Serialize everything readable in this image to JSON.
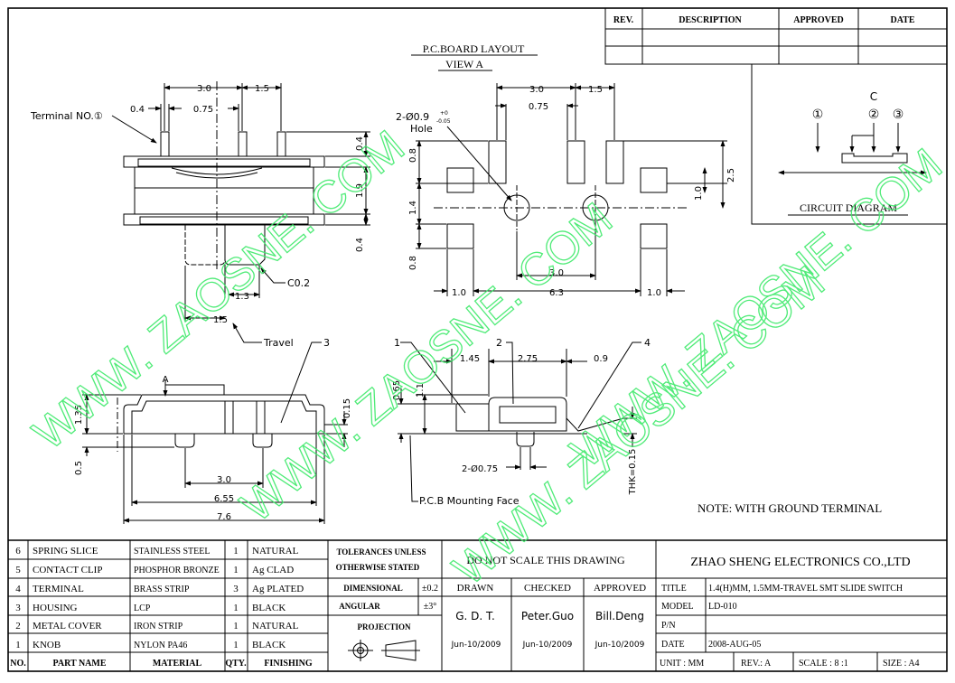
{
  "revision_table": {
    "headers": [
      "REV.",
      "DESCRIPTION",
      "APPROVED",
      "DATE"
    ]
  },
  "pcb_layout": {
    "title": "P.C.BOARD LAYOUT",
    "subtitle": "VIEW A",
    "dims": [
      "3.0",
      "1.5",
      "0.75",
      "2.5",
      "1.0",
      "0.8",
      "1.4",
      "0.8",
      "3.0",
      "1.0",
      "6.3",
      "1.0"
    ],
    "hole_label": "2-Ø0.9",
    "hole_tol_plus": "+0",
    "hole_tol_minus": "-0.05",
    "hole_word": "Hole"
  },
  "circuit": {
    "title": "CIRCUIT DIAGRAM",
    "c_label": "C",
    "terminals": [
      "①",
      "②",
      "③"
    ]
  },
  "top_view": {
    "terminal_label": "Terminal NO.①",
    "dims": [
      "3.0",
      "1.5",
      "0.4",
      "0.75",
      "0.4",
      "1.9",
      "0.4",
      "1.3",
      "1.5",
      "C0.2"
    ],
    "travel_label": "Travel"
  },
  "front_view": {
    "label_a": "A",
    "part_no": "3",
    "dims": [
      "1.35",
      "0.15",
      "0.5",
      "3.0",
      "6.55",
      "7.6"
    ]
  },
  "side_view": {
    "part_nos": [
      "1",
      "2",
      "4"
    ],
    "dims": [
      "1.45",
      "2.75",
      "0.9",
      "0.65",
      "1.1",
      "2-Ø0.75",
      "THK=0.15"
    ],
    "mount_label": "P.C.B Mounting Face"
  },
  "note": "NOTE: WITH GROUND TERMINAL",
  "watermark": "WWW. ZAOSNE. COM",
  "parts": [
    {
      "no": "6",
      "name": "SPRING SLICE",
      "material": "STAINLESS STEEL",
      "qty": "1",
      "finishing": "NATURAL"
    },
    {
      "no": "5",
      "name": "CONTACT CLIP",
      "material": "PHOSPHOR BRONZE",
      "qty": "1",
      "finishing": "Ag CLAD"
    },
    {
      "no": "4",
      "name": "TERMINAL",
      "material": "BRASS STRIP",
      "qty": "3",
      "finishing": "Ag PLATED"
    },
    {
      "no": "3",
      "name": "HOUSING",
      "material": "LCP",
      "qty": "1",
      "finishing": "BLACK"
    },
    {
      "no": "2",
      "name": "METAL COVER",
      "material": "IRON STRIP",
      "qty": "1",
      "finishing": "NATURAL"
    },
    {
      "no": "1",
      "name": "KNOB",
      "material": "NYLON PA46",
      "qty": "1",
      "finishing": "BLACK"
    }
  ],
  "parts_header": {
    "no": "NO.",
    "name": "PART NAME",
    "material": "MATERIAL",
    "qty": "QTY.",
    "finishing": "FINISHING"
  },
  "tolerances": {
    "title_line1": "TOLERANCES UNLESS",
    "title_line2": "OTHERWISE STATED",
    "dimensional_label": "DIMENSIONAL",
    "dimensional_value": "±0.2",
    "angular_label": "ANGULAR",
    "angular_value": "±3°",
    "projection_label": "PROJECTION"
  },
  "approval": {
    "notice": "DO NOT SCALE THIS DRAWING",
    "drawn_label": "DRAWN",
    "checked_label": "CHECKED",
    "approved_label": "APPROVED",
    "drawn_by": "G. D. T.",
    "checked_by": "Peter.Guo",
    "approved_by": "Bill.Deng",
    "drawn_date": "Jun-10/2009",
    "checked_date": "Jun-10/2009",
    "approved_date": "Jun-10/2009"
  },
  "title_block": {
    "company": "ZHAO SHENG ELECTRONICS CO.,LTD",
    "title_label": "TITLE",
    "title_value": "1.4(H)MM, 1.5MM-TRAVEL SMT SLIDE SWITCH",
    "model_label": "MODEL",
    "model_value": "LD-010",
    "pn_label": "P/N",
    "pn_value": "",
    "date_label": "DATE",
    "date_value": "2008-AUG-05",
    "unit_label": "UNIT : MM",
    "rev_label": "REV.: A",
    "scale_label": "SCALE : 8 :1",
    "size_label": "SIZE : A4"
  }
}
